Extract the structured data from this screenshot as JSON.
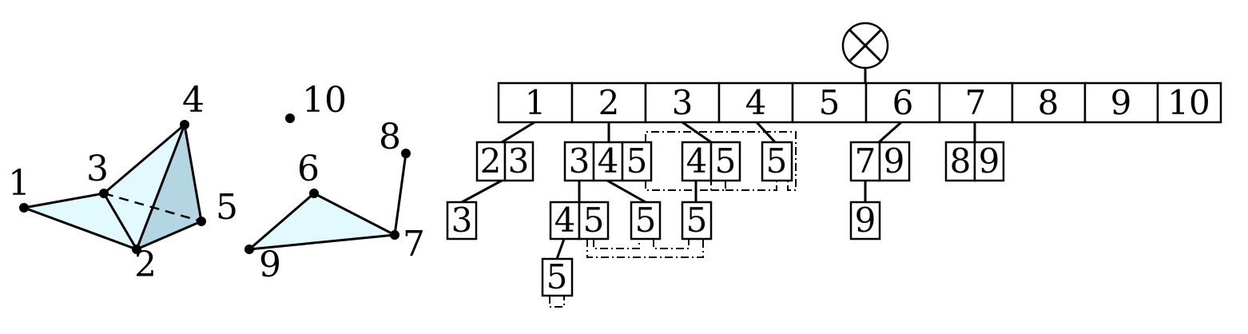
{
  "complex": {
    "vertex_labels": [
      "1",
      "2",
      "3",
      "4",
      "5",
      "6",
      "7",
      "8",
      "9",
      "10"
    ],
    "colors": {
      "face_light": "#e2fafd",
      "face_dark": "#b4d6e2",
      "line": "#000000"
    }
  },
  "trie": {
    "root_symbol": "⊗",
    "top_row": [
      "1",
      "2",
      "3",
      "4",
      "5",
      "6",
      "7",
      "8",
      "9",
      "10"
    ],
    "nodes": {
      "n1": [
        "2",
        "3"
      ],
      "n1c": [
        "3"
      ],
      "n2": [
        "3",
        "4",
        "5"
      ],
      "n2c1": [
        "4",
        "5"
      ],
      "n2c2": [
        "5"
      ],
      "n2c1c": [
        "5"
      ],
      "n3": [
        "4",
        "5"
      ],
      "n3c": [
        "5"
      ],
      "n4": [
        "5"
      ],
      "n6": [
        "7",
        "9"
      ],
      "n6c": [
        "9"
      ],
      "n7": [
        "8",
        "9"
      ]
    }
  }
}
